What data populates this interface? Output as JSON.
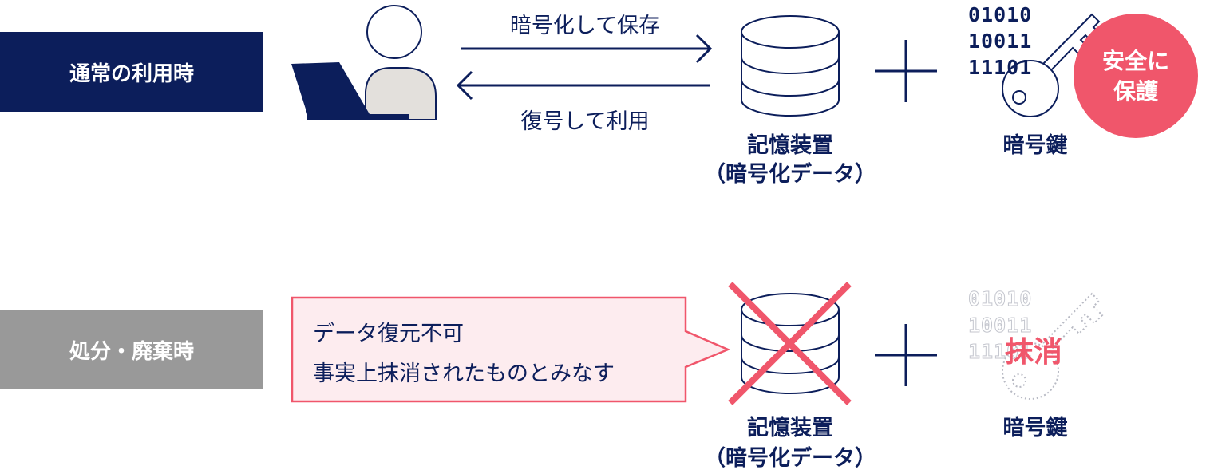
{
  "rows": {
    "normal": {
      "label": "通常の利用時",
      "color": "#0c1e5b"
    },
    "disposal": {
      "label": "処分・廃棄時",
      "color": "#999999"
    }
  },
  "flow": {
    "encrypt_store": "暗号化して保存",
    "decrypt_use": "復号して利用"
  },
  "storage": {
    "name": "記憶装置",
    "sub": "（暗号化データ）"
  },
  "key": {
    "name": "暗号鍵",
    "binary": [
      "01010",
      "10011",
      "11101"
    ]
  },
  "protected_badge": {
    "line1": "安全に",
    "line2": "保護",
    "color": "#f0566b"
  },
  "bubble": {
    "line1": "データ復元不可",
    "line2": "事実上抹消されたものとみなす"
  },
  "erased_label": "抹消",
  "icons": [
    "user-with-laptop-icon",
    "database-icon",
    "key-icon",
    "plus-icon",
    "cross-icon"
  ]
}
